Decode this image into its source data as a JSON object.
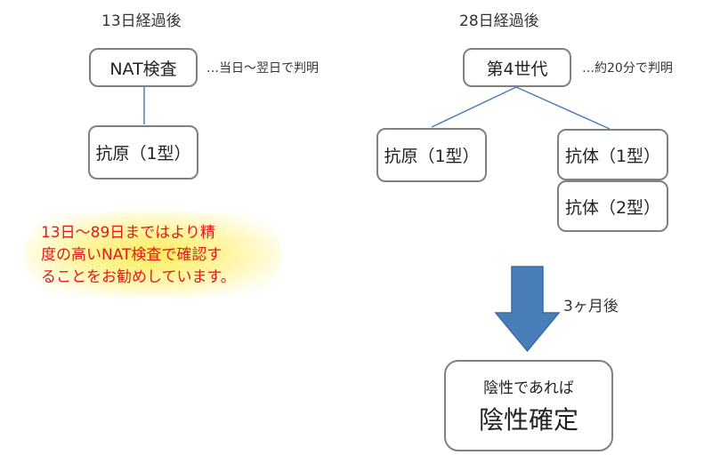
{
  "left": {
    "heading": "13日経過後",
    "test_box": "NAT検査",
    "test_note": "…当日〜翌日で判明",
    "result_box": "抗原（1型）"
  },
  "right": {
    "heading": "28日経過後",
    "test_box": "第4世代",
    "test_note": "…約20分で判明",
    "antigen_box": "抗原（1型）",
    "antibody1_box": "抗体（1型）",
    "antibody2_box": "抗体（2型）"
  },
  "recommendation": {
    "lines": [
      "13日〜89日まではより精",
      "度の高いNAT検査で確認す",
      "ることをお勧めしています。"
    ]
  },
  "arrow_label": "3ヶ月後",
  "final": {
    "line1": "陰性であれば",
    "line2": "陰性確定"
  },
  "colors": {
    "connector": "#4a7ebb",
    "arrow": "#4a7ebb",
    "recommendation_text": "#e01b1b",
    "highlight": "#fff27a"
  }
}
